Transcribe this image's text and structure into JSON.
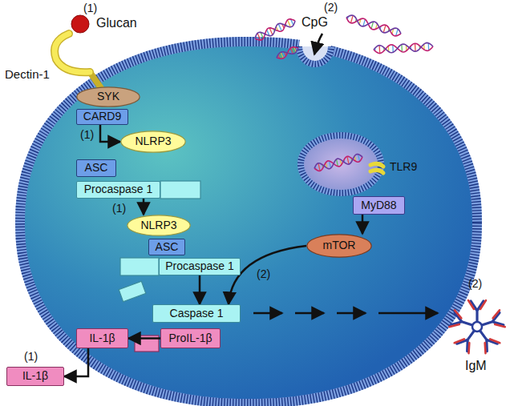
{
  "diagram": {
    "nodes": [
      {
        "text": [
          "SYK"
        ]
      },
      {
        "text": [
          "CARD9"
        ]
      },
      {
        "text": [
          "NLRP3"
        ]
      },
      {
        "text": [
          "ASC"
        ]
      },
      {
        "text": [
          "Procaspase 1"
        ]
      },
      {
        "text": [
          "NLRP3"
        ]
      },
      {
        "text": [
          "ASC"
        ]
      },
      {
        "text": [
          "Procaspase 1"
        ]
      },
      {
        "text": [
          "Caspase 1"
        ]
      },
      {
        "text": [
          "IL-1β"
        ]
      },
      {
        "text": [
          "ProIL-1β"
        ]
      },
      {
        "text": [
          "IL-1β"
        ]
      },
      {
        "text": [
          "MyD88"
        ]
      },
      {
        "text": [
          "mTOR"
        ]
      }
    ],
    "edges": [
      {
        "from": 1,
        "to": 2,
        "arrow": "to",
        "label": "(1)"
      },
      {
        "from": 4,
        "to": 5,
        "arrow": "to",
        "label": "(1)"
      },
      {
        "from": 7,
        "to": 8,
        "arrow": "to"
      },
      {
        "from": 12,
        "to": 13,
        "arrow": "to"
      },
      {
        "from": 13,
        "to": 8,
        "arrow": "to",
        "label": "(2)"
      },
      {
        "from": 10,
        "to": 9,
        "arrow": "to"
      },
      {
        "from": 9,
        "to": 11,
        "arrow": "to"
      }
    ],
    "labels": [
      "(1)",
      "Glucan",
      "Dectin-1",
      "(2)",
      "CpG",
      "TLR9",
      "(1)",
      "(2)",
      "IgM"
    ]
  }
}
